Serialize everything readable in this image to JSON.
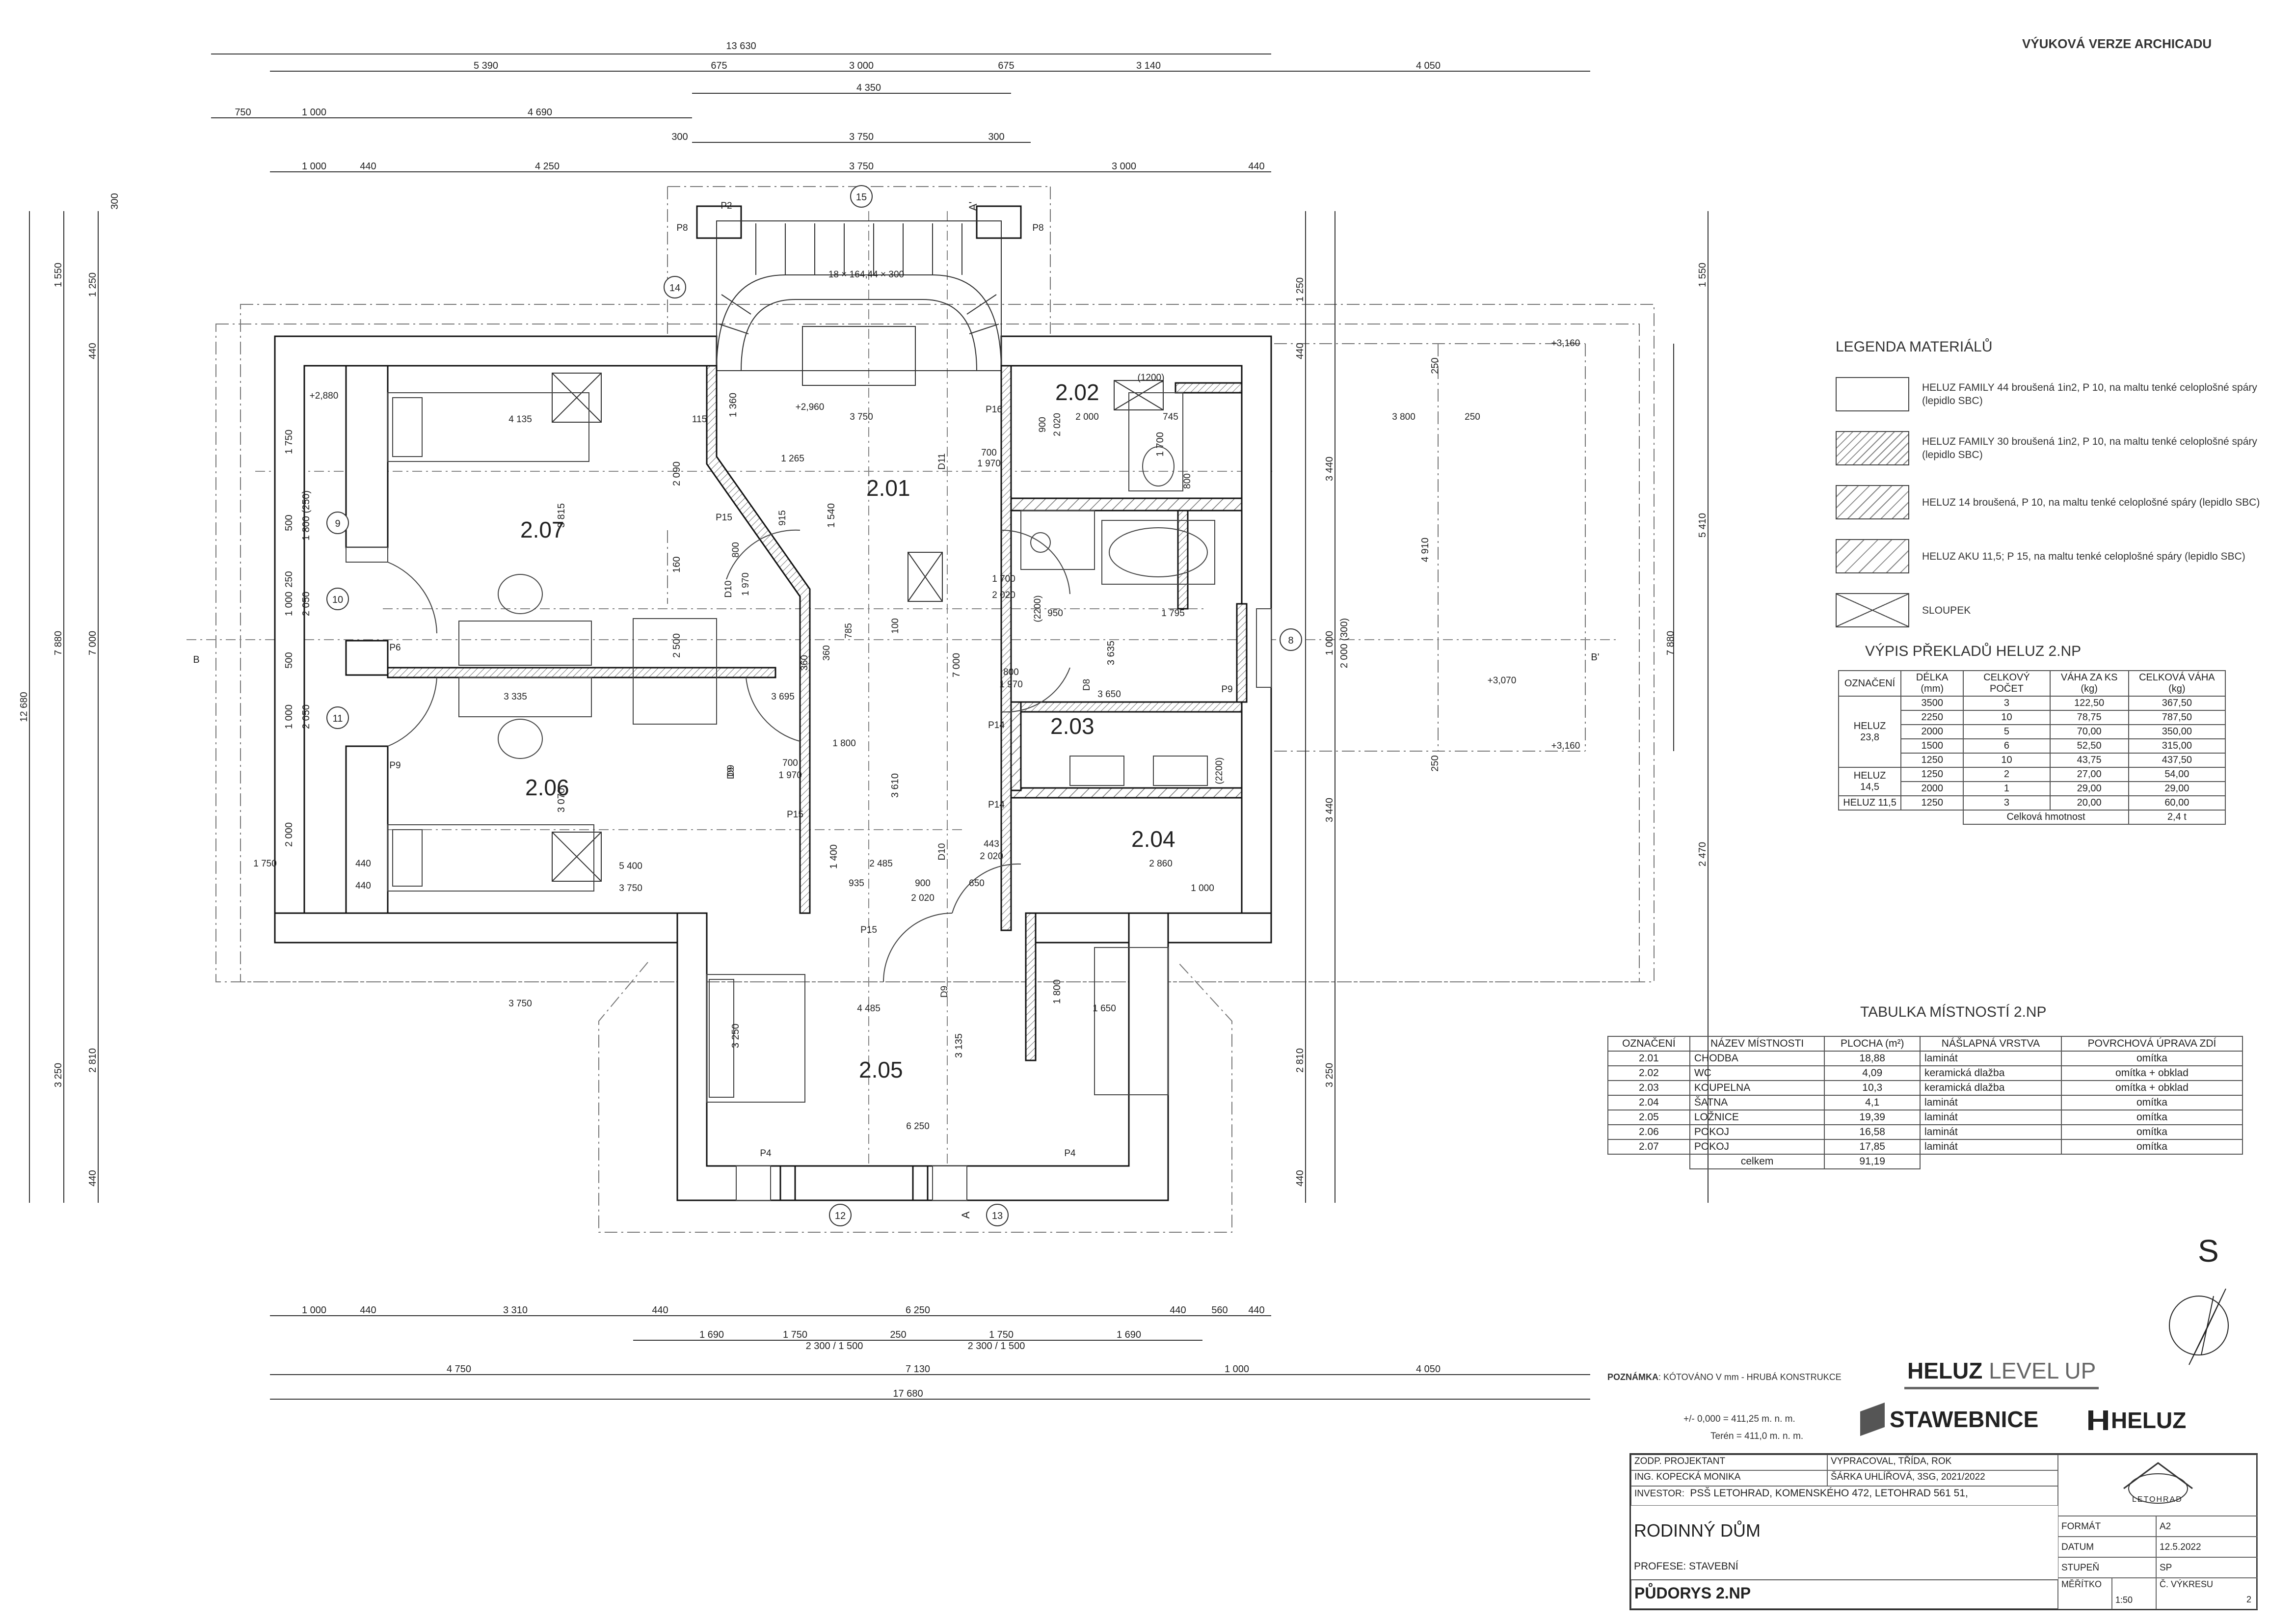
{
  "watermark": "VÝUKOVÁ VERZE ARCHICADU",
  "rooms": [
    {
      "id": "2.01"
    },
    {
      "id": "2.02"
    },
    {
      "id": "2.03"
    },
    {
      "id": "2.04"
    },
    {
      "id": "2.05"
    },
    {
      "id": "2.06"
    },
    {
      "id": "2.07"
    }
  ],
  "dims_top": [
    "13 630",
    "5 390",
    "675",
    "3 000",
    "675",
    "3 140",
    "4 050",
    "4 350",
    "750",
    "1 000",
    "4 690",
    "300",
    "3 750",
    "300",
    "1 000",
    "440",
    "4 250",
    "3 750",
    "3 000",
    "440"
  ],
  "dims_bottom": [
    "1 000",
    "440",
    "3 310",
    "440",
    "6 250",
    "440",
    "560",
    "440",
    "1 690",
    "1 750",
    "250",
    "1 750",
    "1 690",
    "2 300 / 1 500",
    "2 300 / 1 500",
    "4 750",
    "7 130",
    "1 000",
    "4 050",
    "17 680"
  ],
  "dims_left": [
    "12 680",
    "7 880",
    "7 000",
    "1 550",
    "1 250",
    "440",
    "300",
    "1 750",
    "500",
    "1 800 (250)",
    "250",
    "1 000",
    "2 050",
    "500",
    "1 000",
    "2 050",
    "2 000",
    "3 250",
    "2 810",
    "440"
  ],
  "dims_right": [
    "1 550",
    "7 880",
    "5 410",
    "2 470",
    "1 250",
    "440",
    "3 440",
    "4 910",
    "1 000",
    "2 000 (300)",
    "3 440",
    "2 810",
    "3 250",
    "440",
    "250",
    "250"
  ],
  "dims_inner": [
    "4 135",
    "3 815",
    "3 335",
    "3 070",
    "5 400",
    "3 750",
    "1 750",
    "440",
    "440",
    "3 750",
    "1 265",
    "3 750",
    "2 000",
    "1 700",
    "745",
    "3 800",
    "250",
    "950",
    "1 795",
    "3 635",
    "3 650",
    "3 695",
    "2 485",
    "900",
    "935",
    "650",
    "2 020",
    "3 610",
    "2 860",
    "1 000",
    "4 485",
    "1 650",
    "3 135",
    "3 250",
    "6 250",
    "1 800",
    "1 400",
    "2 500",
    "2 090",
    "1 540",
    "7 000",
    "1 360",
    "115",
    "160",
    "18 × 164,44 × 300"
  ],
  "levels": [
    "+2,880",
    "+2,960",
    "+3,160",
    "+3,070",
    "+3,160"
  ],
  "tags": [
    "P2",
    "P8",
    "P8",
    "P16",
    "P15",
    "P15",
    "P15",
    "P14",
    "P14",
    "P6",
    "P9",
    "P9",
    "P4",
    "P4",
    "D11",
    "D10",
    "D9",
    "D8",
    "D9",
    "D10",
    "D9",
    "(1200)",
    "(2200)",
    "(2200)",
    "700",
    "1 970",
    "800",
    "1 970",
    "900",
    "2 020",
    "800",
    "2 020",
    "1 700",
    "785",
    "100",
    "360",
    "915",
    "360",
    "1 800",
    "443",
    "2 020",
    "700",
    "1 970",
    "800",
    "1 970"
  ],
  "grid_bubbles": [
    "15",
    "14",
    "9",
    "10",
    "11",
    "8",
    "12",
    "13",
    "B",
    "B'",
    "A",
    "A'"
  ],
  "legend": {
    "title": "LEGENDA MATERIÁLŮ",
    "items": [
      {
        "text": "HELUZ FAMILY 44 broušená 1in2, P 10, na maltu tenké celoplošné spáry (lepidlo SBC)"
      },
      {
        "text": "HELUZ FAMILY 30 broušená 1in2, P 10, na maltu tenké celoplošné spáry (lepidlo SBC)"
      },
      {
        "text": "HELUZ 14 broušená, P 10, na maltu tenké celoplošné spáry (lepidlo SBC)"
      },
      {
        "text": "HELUZ AKU 11,5; P 15, na maltu tenké celoplošné spáry (lepidlo SBC)"
      },
      {
        "text": "SLOUPEK"
      }
    ]
  },
  "lintels": {
    "title": "VÝPIS PŘEKLADŮ HELUZ 2.NP",
    "headers": [
      "OZNAČENÍ",
      "DÉLKA (mm)",
      "CELKOVÝ POČET",
      "VÁHA ZA KS (kg)",
      "CELKOVÁ VÁHA (kg)"
    ],
    "groups": [
      {
        "name": "HELUZ 23,8",
        "rows": [
          [
            "3500",
            "3",
            "122,50",
            "367,50"
          ],
          [
            "2250",
            "10",
            "78,75",
            "787,50"
          ],
          [
            "2000",
            "5",
            "70,00",
            "350,00"
          ],
          [
            "1500",
            "6",
            "52,50",
            "315,00"
          ],
          [
            "1250",
            "10",
            "43,75",
            "437,50"
          ]
        ]
      },
      {
        "name": "HELUZ 14,5",
        "rows": [
          [
            "1250",
            "2",
            "27,00",
            "54,00"
          ],
          [
            "2000",
            "1",
            "29,00",
            "29,00"
          ]
        ]
      },
      {
        "name": "HELUZ 11,5",
        "rows": [
          [
            "1250",
            "3",
            "20,00",
            "60,00"
          ]
        ]
      }
    ],
    "total_label": "Celková hmotnost",
    "total_value": "2,4 t"
  },
  "rooms_table": {
    "title": "TABULKA MÍSTNOSTÍ 2.NP",
    "headers": [
      "OZNAČENÍ",
      "NÁZEV MÍSTNOSTI",
      "PLOCHA (m²)",
      "NÁŠLAPNÁ VRSTVA",
      "POVRCHOVÁ ÚPRAVA ZDÍ"
    ],
    "rows": [
      [
        "2.01",
        "CHODBA",
        "18,88",
        "laminát",
        "omítka"
      ],
      [
        "2.02",
        "WC",
        "4,09",
        "keramická dlažba",
        "omítka + obklad"
      ],
      [
        "2.03",
        "KOUPELNA",
        "10,3",
        "keramická dlažba",
        "omítka + obklad"
      ],
      [
        "2.04",
        "ŠATNA",
        "4,1",
        "laminát",
        "omítka"
      ],
      [
        "2.05",
        "LOŽNICE",
        "19,39",
        "laminát",
        "omítka"
      ],
      [
        "2.06",
        "POKOJ",
        "16,58",
        "laminát",
        "omítka"
      ],
      [
        "2.07",
        "POKOJ",
        "17,85",
        "laminát",
        "omítka"
      ]
    ],
    "total_label": "celkem",
    "total_value": "91,19"
  },
  "notes": {
    "note_label": "POZNÁMKA",
    "note_text": ": KÓTOVÁNO V mm - HRUBÁ KONSTRUKCE",
    "elev1": "+/- 0,000 = 411,25 m. n. m.",
    "elev2": "Terén = 411,0 m. n. m."
  },
  "logos": {
    "heluz_level": "HELUZ",
    "heluz_level_up": "LEVEL UP",
    "stavebnice": "STAWEBNICE",
    "heluz": "HELUZ",
    "school": "LETOHRAD"
  },
  "title_block": {
    "zodp_label": "ZODP. PROJEKTANT",
    "zodp_name": "ING. KOPECKÁ MONIKA",
    "vypracoval_label": "VYPRACOVAL, TŘÍDA, ROK",
    "vypracoval_value": "ŠÁRKA UHLÍŘOVÁ, 3SG, 2021/2022",
    "investor_label": "INVESTOR:",
    "investor_value": "PSŠ LETOHRAD, KOMENSKÉHO 472, LETOHRAD 561 51,",
    "project": "RODINNÝ DŮM",
    "profese": "PROFESE: STAVEBNÍ",
    "drawing": "PŮDORYS 2.NP",
    "format_label": "FORMÁT",
    "format_value": "A2",
    "datum_label": "DATUM",
    "datum_value": "12.5.2022",
    "stupen_label": "STUPEŇ",
    "stupen_value": "SP",
    "meritko_label": "MĚŘÍTKO",
    "meritko_value": "1:50",
    "cislo_label": "Č. VÝKRESU",
    "cislo_value": "2"
  }
}
